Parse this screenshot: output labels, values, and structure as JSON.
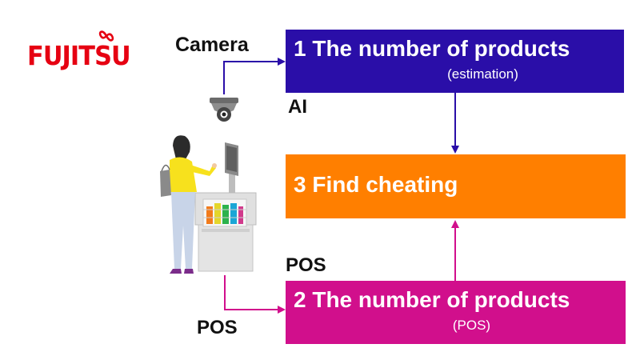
{
  "logo": {
    "text": "FUJITSU",
    "color": "#e60012"
  },
  "labels": {
    "camera": "Camera",
    "ai": "AI",
    "pos_mid": "POS",
    "pos_bottom": "POS"
  },
  "boxes": {
    "box1": {
      "title": "1  The number of products",
      "subtitle": "(estimation)",
      "color": "#2a0ea8"
    },
    "box3": {
      "title": "3  Find cheating",
      "color": "#ff7f00"
    },
    "box2": {
      "title": "2  The number of products",
      "subtitle": "(POS)",
      "color": "#d10f8c"
    }
  },
  "icons": {
    "camera": "security-camera-icon",
    "shopper": "shopper-at-self-checkout-illustration"
  }
}
